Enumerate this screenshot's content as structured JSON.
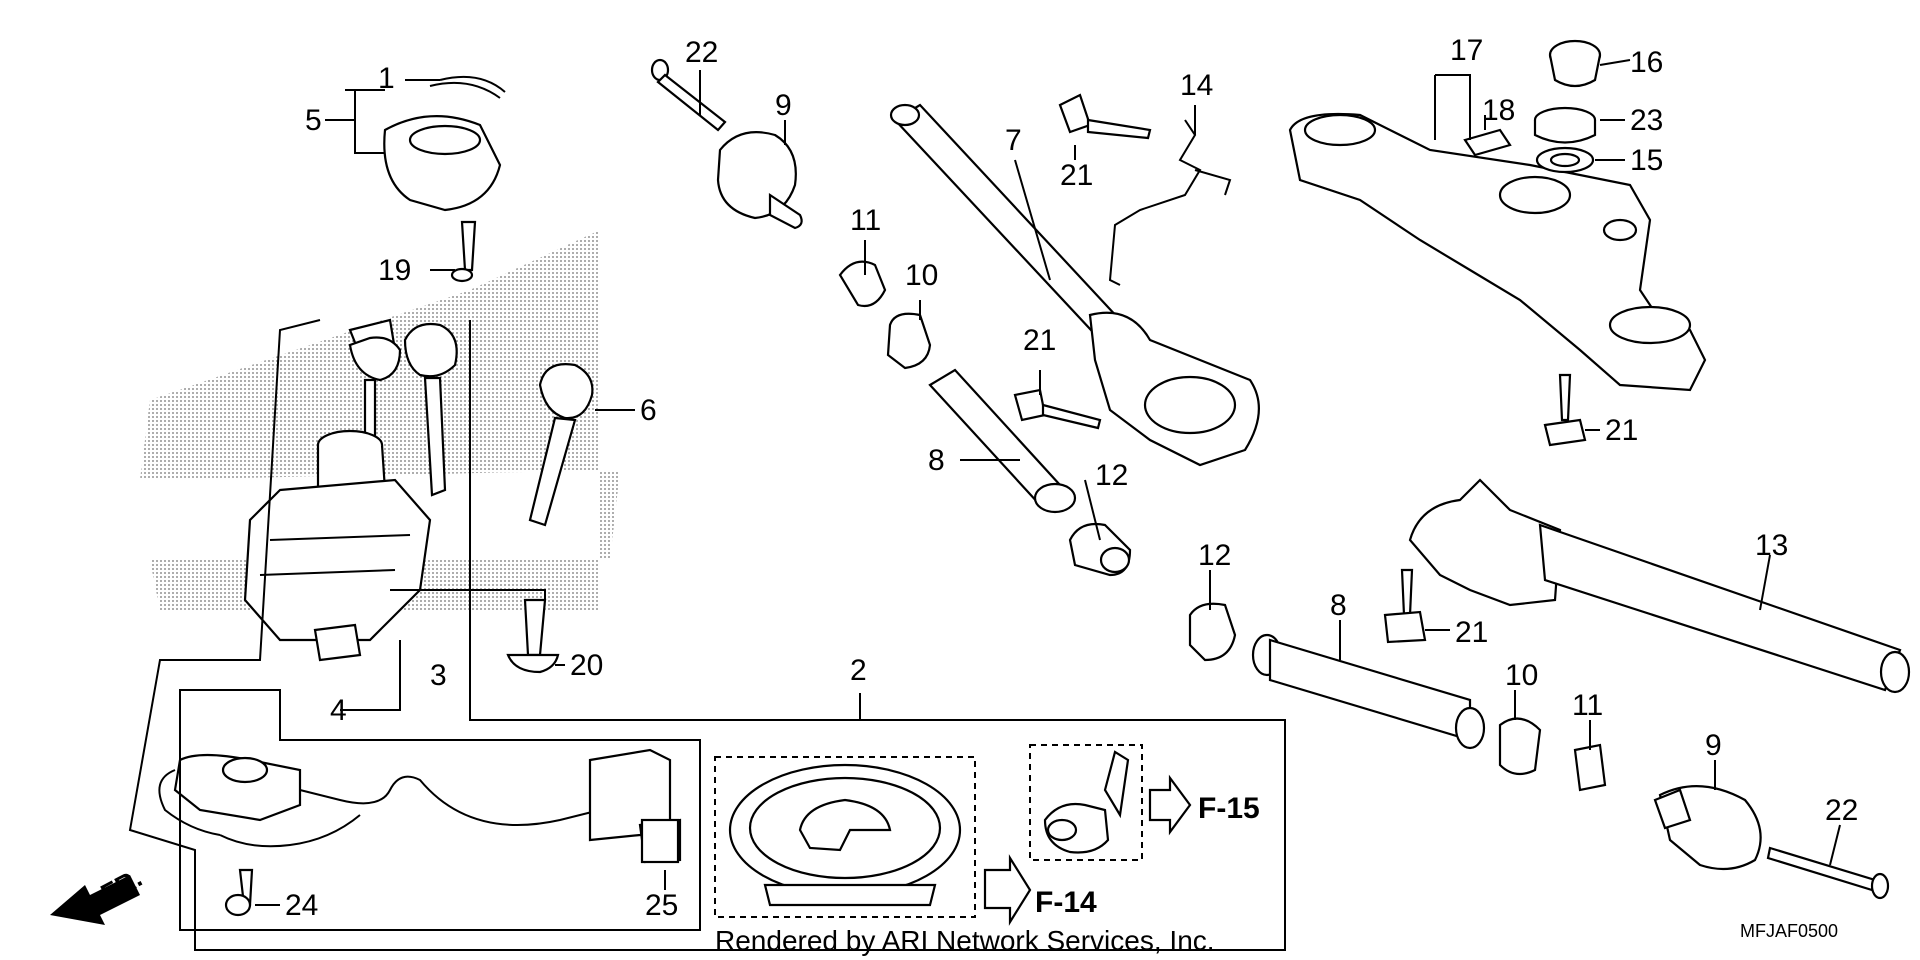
{
  "diagram": {
    "callouts": {
      "p1": "1",
      "p2": "2",
      "p3": "3",
      "p4": "4",
      "p5": "5",
      "p6": "6",
      "p7": "7",
      "p8a": "8",
      "p8b": "8",
      "p9a": "9",
      "p9b": "9",
      "p10a": "10",
      "p10b": "10",
      "p11a": "11",
      "p11b": "11",
      "p12a": "12",
      "p12b": "12",
      "p13": "13",
      "p14": "14",
      "p15": "15",
      "p16": "16",
      "p17": "17",
      "p18": "18",
      "p19": "19",
      "p20": "20",
      "p21a": "21",
      "p21b": "21",
      "p21c": "21",
      "p21d": "21",
      "p22a": "22",
      "p22b": "22",
      "p23": "23",
      "p24": "24",
      "p25": "25"
    },
    "references": {
      "f14": "F-14",
      "f15": "F-15"
    },
    "direction_label": "FR.",
    "diagram_code": "MFJAF0500",
    "footer": "Rendered by ARI Network Services, Inc."
  }
}
